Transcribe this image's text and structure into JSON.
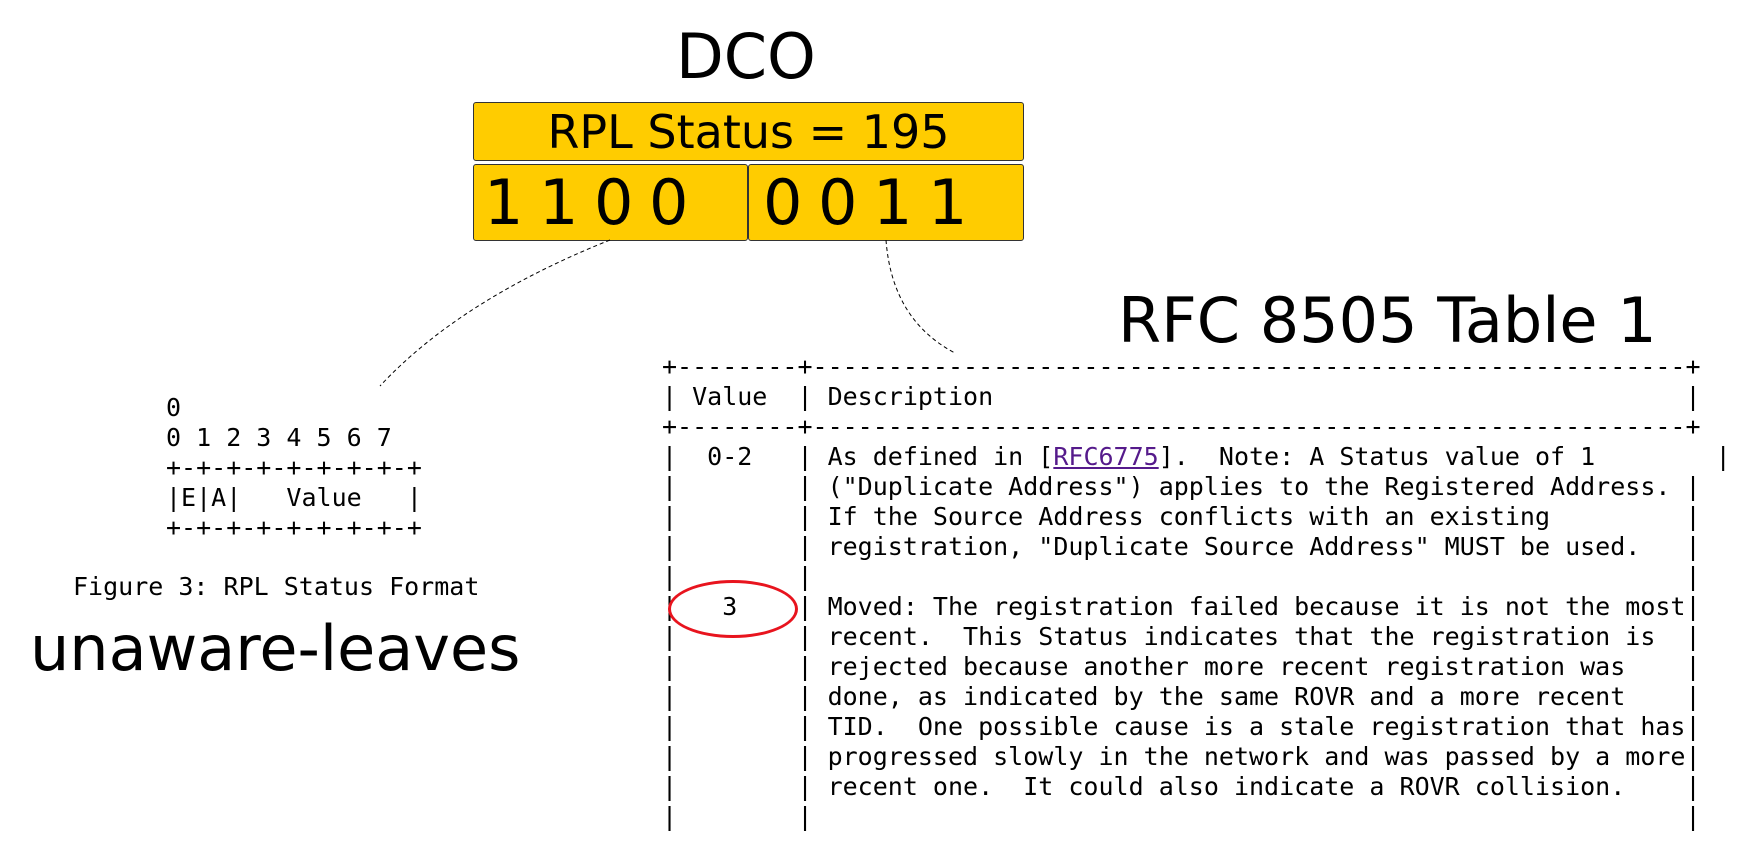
{
  "dco_title": "DCO",
  "rpl_status": {
    "label": "RPL Status = 195",
    "high_bits": [
      "1",
      "1",
      "0",
      "0"
    ],
    "low_bits": [
      "0",
      "0",
      "1",
      "1"
    ]
  },
  "rfc_title": "RFC 8505 Table 1",
  "format_ascii": "0\n0 1 2 3 4 5 6 7\n+-+-+-+-+-+-+-+-+\n|E|A|   Value   |\n+-+-+-+-+-+-+-+-+",
  "figure_caption": "Figure 3: RPL Status Format",
  "leaves_label": "unaware-leaves",
  "table": {
    "border": "+--------+----------------------------------------------------------+",
    "header": "| Value  | Description                                              |",
    "row1_line1_pre": "|  0-2   | As defined in [",
    "row1_link": "RFC6775",
    "row1_line1_post": "].  Note: A Status value of 1        |",
    "rest": "|        | (\"Duplicate Address\") applies to the Registered Address. |\n|        | If the Source Address conflicts with an existing         |\n|        | registration, \"Duplicate Source Address\" MUST be used.   |\n|        |                                                          |\n|   3    | Moved: The registration failed because it is not the most|\n|        | recent.  This Status indicates that the registration is  |\n|        | rejected because another more recent registration was    |\n|        | done, as indicated by the same ROVR and a more recent    |\n|        | TID.  One possible cause is a stale registration that has|\n|        | progressed slowly in the network and was passed by a more|\n|        | recent one.  It could also indicate a ROVR collision.    |\n|        |                                                          |"
  },
  "colors": {
    "box_fill": "#FFCC00",
    "highlight": "#e8141e",
    "link": "#551A8B"
  }
}
